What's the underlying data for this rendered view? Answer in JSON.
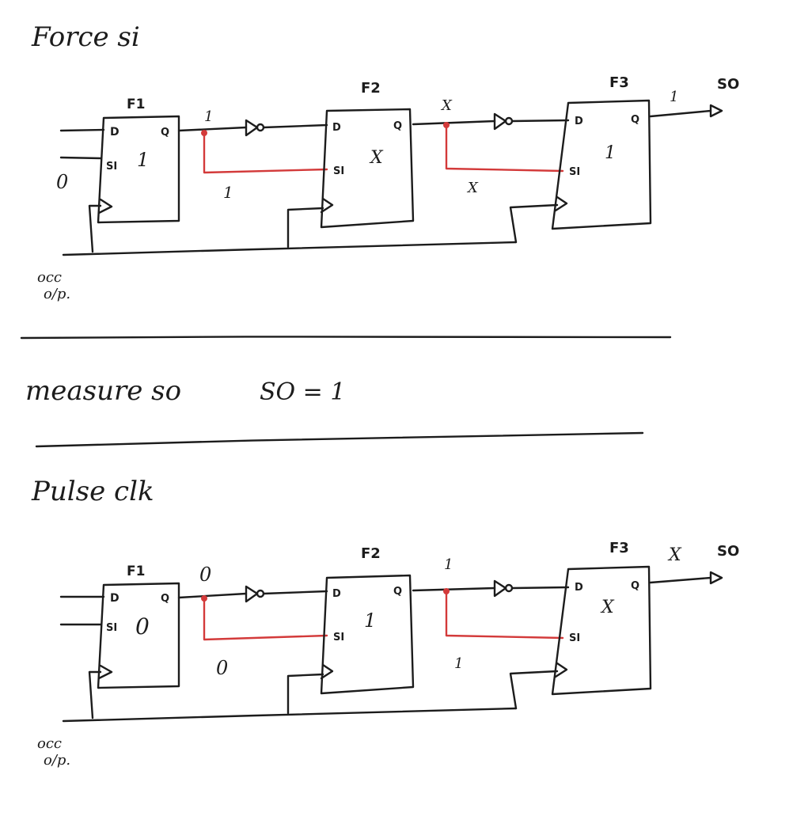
{
  "headings": {
    "force": "Force si",
    "measure": "measure so",
    "measure_result": "SO = 1",
    "pulse": "Pulse clk"
  },
  "pins": {
    "d": "D",
    "q": "Q",
    "si": "SI",
    "si3": "SI",
    "clk": ""
  },
  "panel1": {
    "f1": "F1",
    "f2": "F2",
    "f3": "F3",
    "so": "SO",
    "si_in": "0",
    "clock": "occ",
    "clock2": "o/p.",
    "f1_state": "1",
    "f2_state": "X",
    "f3_state": "1",
    "q1_wire": "1",
    "q2_wire": "X",
    "q3_out": "1",
    "red1": "1",
    "red2": "X"
  },
  "panel2": {
    "f1": "F1",
    "f2": "F2",
    "f3": "F3",
    "so": "SO",
    "clock": "occ",
    "clock2": "o/p.",
    "f1_state": "0",
    "f2_state": "1",
    "f3_state": "X",
    "q1_wire": "0",
    "q2_wire": "1",
    "q3_out": "X",
    "red1": "0",
    "red2": "1"
  }
}
